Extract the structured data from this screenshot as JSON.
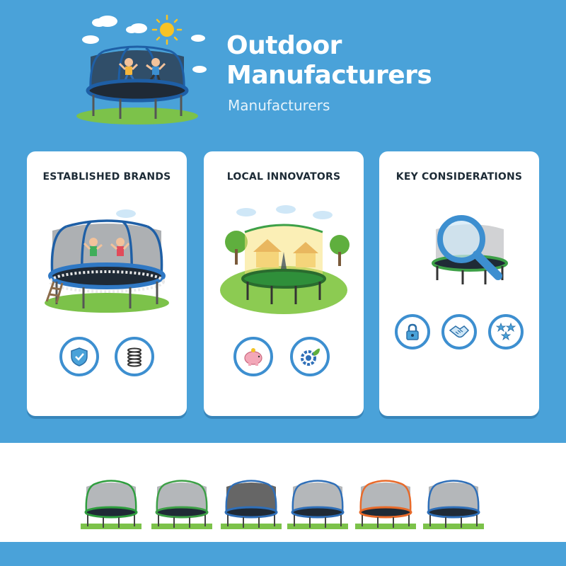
{
  "header": {
    "title_line1": "Outdoor",
    "title_line2": "Manufacturers",
    "subtitle": "Manufacturers"
  },
  "cards": [
    {
      "title": "ESTABLISHED BRANDS",
      "icons": [
        "shield-icon",
        "spring-icon"
      ]
    },
    {
      "title": "LOCAL INNOVATORS",
      "icons": [
        "piggy-bank-icon",
        "eco-gear-icon"
      ]
    },
    {
      "title": "KEY CONSIDERATIONS",
      "icons": [
        "lock-icon",
        "handshake-icon",
        "stars-icon"
      ]
    }
  ],
  "gallery": {
    "thumbnails": [
      {
        "frame_color": "#2E9E3E"
      },
      {
        "frame_color": "#3DA047"
      },
      {
        "frame_color": "#2F6FB8"
      },
      {
        "frame_color": "#2F6FB8"
      },
      {
        "frame_color": "#E86A2A"
      },
      {
        "frame_color": "#2F6FB8"
      }
    ]
  },
  "colors": {
    "background": "#4AA2D9",
    "accent": "#3D8FD0",
    "card": "#FFFFFF",
    "grass": "#7CC24A"
  }
}
